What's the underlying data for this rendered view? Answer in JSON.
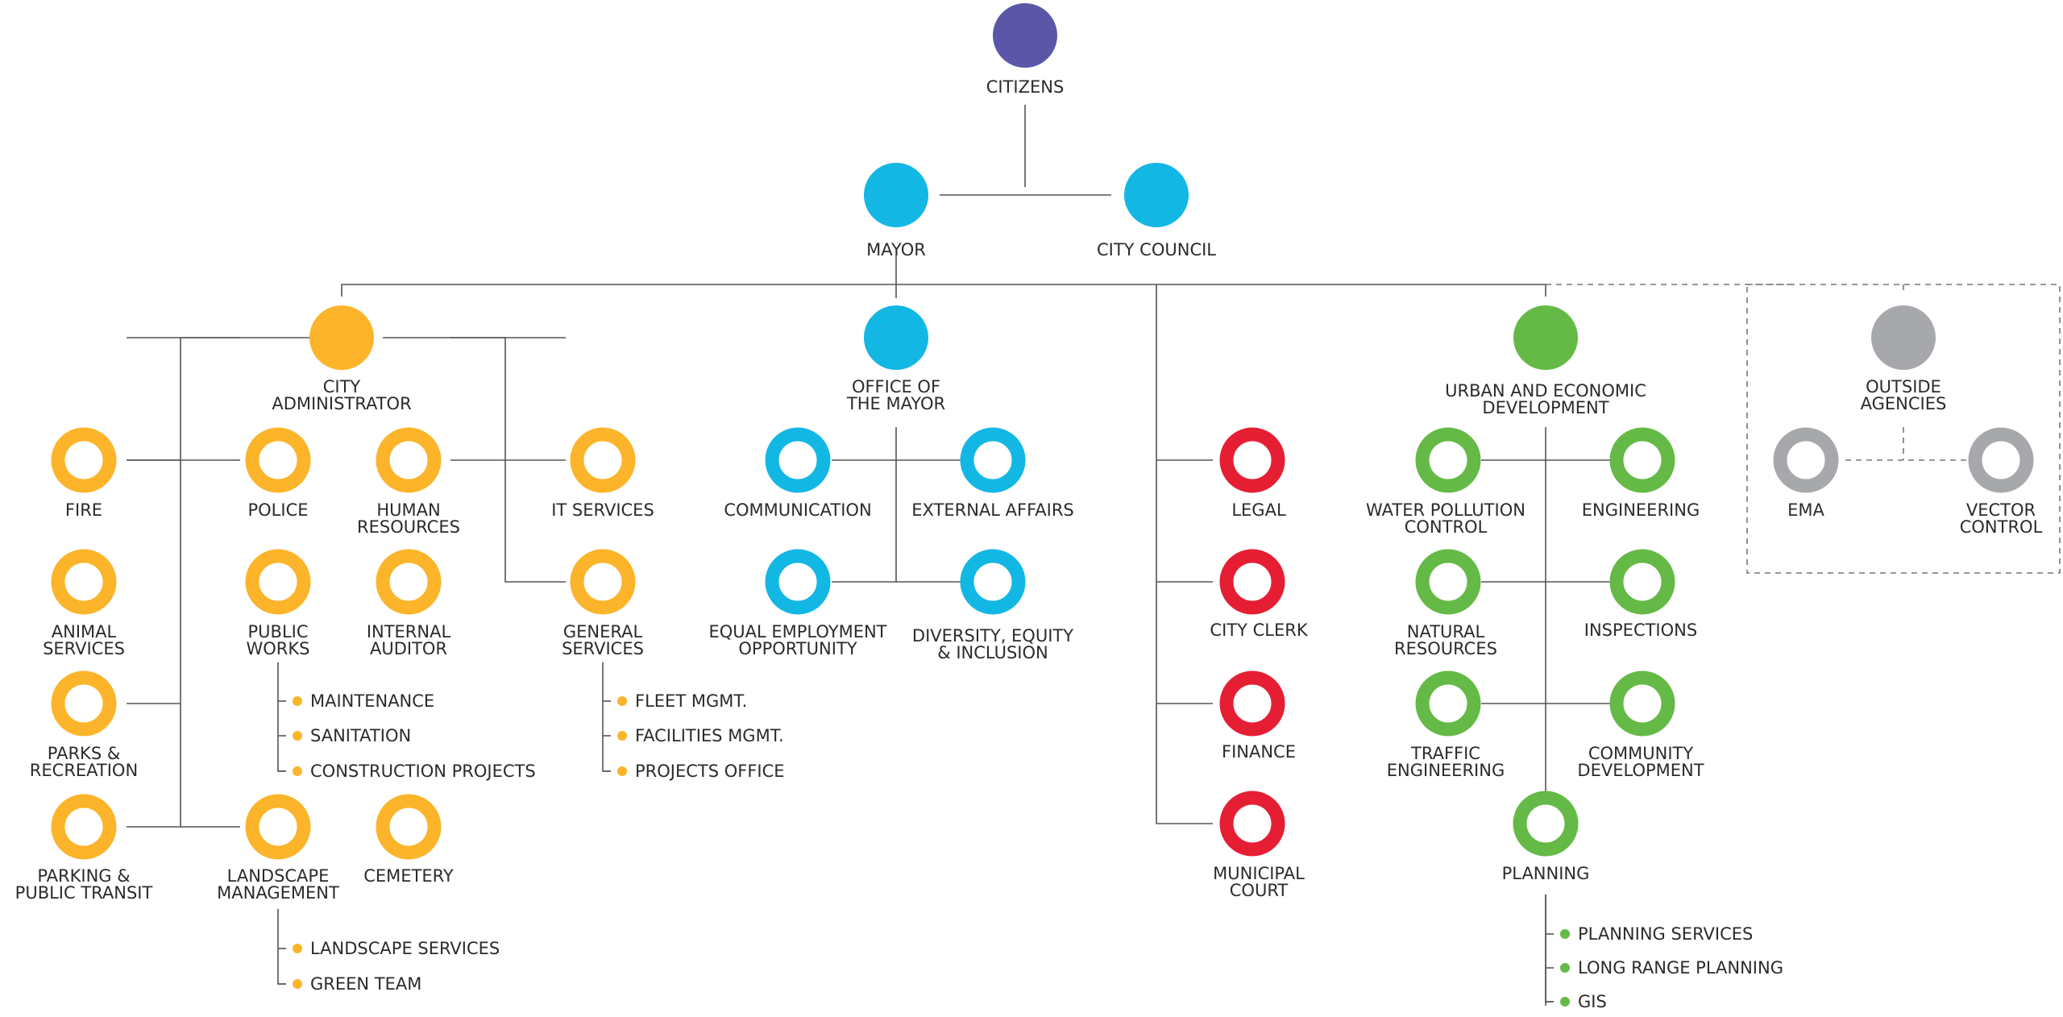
{
  "colors": {
    "purple": "#5b56a8",
    "cyan": "#13b7e4",
    "orange": "#fcb42a",
    "red": "#e51e34",
    "green": "#65b946",
    "grey": "#a6a8ab"
  },
  "citizens": "CITIZENS",
  "mayor": "MAYOR",
  "city_council": "CITY COUNCIL",
  "city_admin": [
    "CITY",
    "ADMINISTRATOR"
  ],
  "office_mayor": [
    "OFFICE OF",
    "THE MAYOR"
  ],
  "urban": [
    "URBAN AND ECONOMIC",
    "DEVELOPMENT"
  ],
  "outside": [
    "OUTSIDE",
    "AGENCIES"
  ],
  "admin_depts": {
    "fire": [
      "FIRE"
    ],
    "police": [
      "POLICE"
    ],
    "hr": [
      "HUMAN",
      "RESOURCES"
    ],
    "it": [
      "IT SERVICES"
    ],
    "animal": [
      "ANIMAL",
      "SERVICES"
    ],
    "public_works": [
      "PUBLIC",
      "WORKS"
    ],
    "internal_auditor": [
      "INTERNAL",
      "AUDITOR"
    ],
    "general_services": [
      "GENERAL",
      "SERVICES"
    ],
    "parks": [
      "PARKS &",
      "RECREATION"
    ],
    "parking": [
      "PARKING &",
      "PUBLIC TRANSIT"
    ],
    "landscape": [
      "LANDSCAPE",
      "MANAGEMENT"
    ],
    "cemetery": [
      "CEMETERY"
    ]
  },
  "public_works_items": [
    "MAINTENANCE",
    "SANITATION",
    "CONSTRUCTION PROJECTS"
  ],
  "general_services_items": [
    "FLEET MGMT.",
    "FACILITIES MGMT.",
    "PROJECTS OFFICE"
  ],
  "landscape_items": [
    "LANDSCAPE SERVICES",
    "GREEN TEAM"
  ],
  "mayor_depts": {
    "communication": [
      "COMMUNICATION"
    ],
    "external": [
      "EXTERNAL AFFAIRS"
    ],
    "eeo": [
      "EQUAL EMPLOYMENT",
      "OPPORTUNITY"
    ],
    "dei": [
      "DIVERSITY, EQUITY",
      "& INCLUSION"
    ]
  },
  "council_depts": {
    "legal": [
      "LEGAL"
    ],
    "clerk": [
      "CITY CLERK"
    ],
    "finance": [
      "FINANCE"
    ],
    "court": [
      "MUNICIPAL",
      "COURT"
    ]
  },
  "urban_depts": {
    "water": [
      "WATER POLLUTION",
      "CONTROL"
    ],
    "engineering": [
      "ENGINEERING"
    ],
    "natural": [
      "NATURAL",
      "RESOURCES"
    ],
    "inspections": [
      "INSPECTIONS"
    ],
    "traffic": [
      "TRAFFIC",
      "ENGINEERING"
    ],
    "community": [
      "COMMUNITY",
      "DEVELOPMENT"
    ],
    "planning": [
      "PLANNING"
    ]
  },
  "planning_items": [
    "PLANNING SERVICES",
    "LONG RANGE PLANNING",
    "GIS"
  ],
  "outside_depts": {
    "ema": [
      "EMA"
    ],
    "vector": [
      "VECTOR",
      "CONTROL"
    ]
  }
}
